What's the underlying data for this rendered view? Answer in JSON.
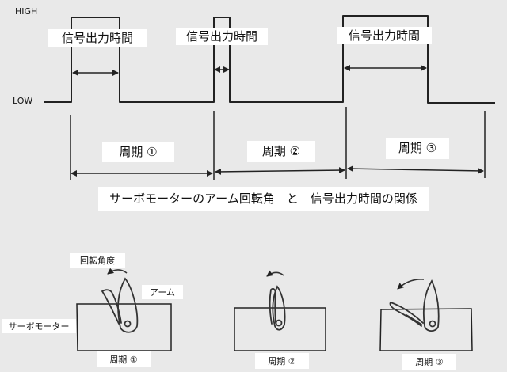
{
  "signal": {
    "high_label": "HIGH",
    "low_label": "LOW",
    "pulse_width_label": "信号出力時間",
    "periods": [
      "周期 ①",
      "周期 ②",
      "周期 ③"
    ]
  },
  "caption": "サーボモーターのアーム回転角　と　信号出力時間の関係",
  "servo": {
    "rotation_label": "回転角度",
    "arm_label": "アーム",
    "motor_label": "サーボモーター",
    "periods": [
      "周期 ①",
      "周期 ②",
      "周期 ③"
    ]
  }
}
